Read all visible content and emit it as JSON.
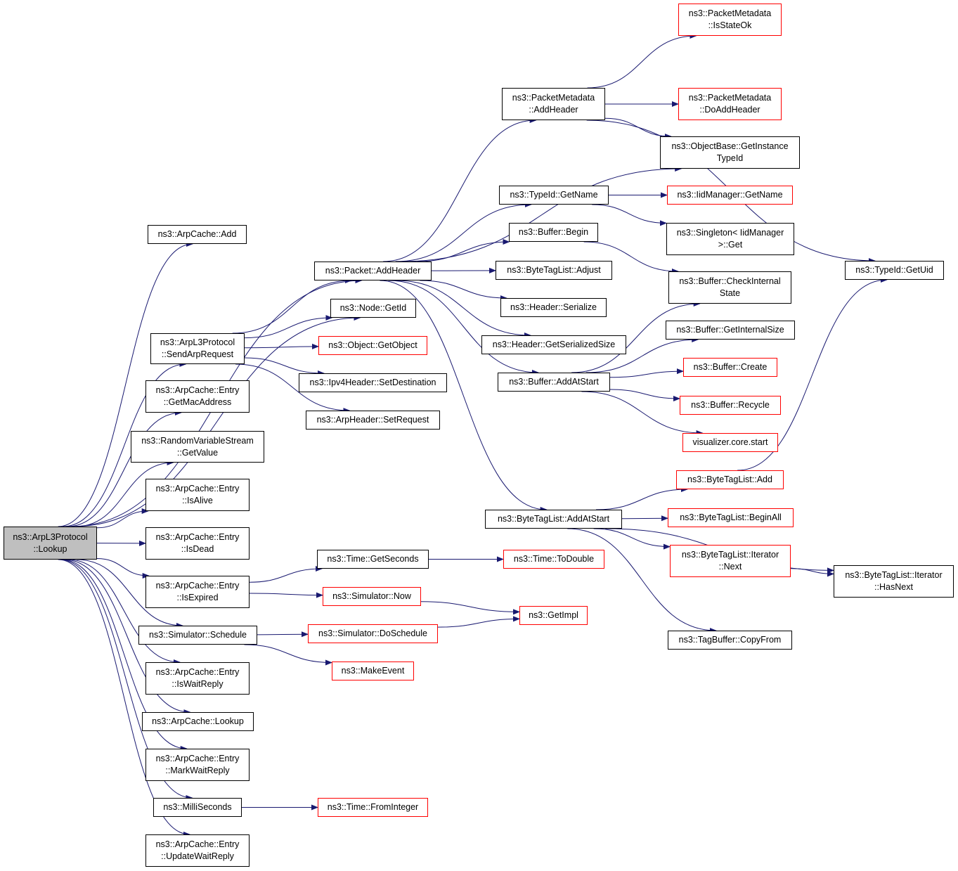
{
  "colors": {
    "edge": "#191970",
    "node_border": "#000000",
    "truncated_border": "#ff0000",
    "root_fill": "#bfbfbf",
    "background": "#ffffff"
  },
  "nodes": [
    {
      "id": "root",
      "lines": [
        "ns3::ArpL3Protocol",
        "::Lookup"
      ],
      "style": "root"
    },
    {
      "id": "arpcache_add",
      "lines": [
        "ns3::ArpCache::Add"
      ],
      "style": "normal"
    },
    {
      "id": "packet_addheader",
      "lines": [
        "ns3::Packet::AddHeader"
      ],
      "style": "normal"
    },
    {
      "id": "node_getid",
      "lines": [
        "ns3::Node::GetId"
      ],
      "style": "normal"
    },
    {
      "id": "sendarprequest",
      "lines": [
        "ns3::ArpL3Protocol",
        "::SendArpRequest"
      ],
      "style": "normal"
    },
    {
      "id": "object_getobject",
      "lines": [
        "ns3::Object::GetObject"
      ],
      "style": "truncated"
    },
    {
      "id": "ipv4_setdest",
      "lines": [
        "ns3::Ipv4Header::SetDestination"
      ],
      "style": "normal"
    },
    {
      "id": "arpheader_setreq",
      "lines": [
        "ns3::ArpHeader::SetRequest"
      ],
      "style": "normal"
    },
    {
      "id": "entry_getmac",
      "lines": [
        "ns3::ArpCache::Entry",
        "::GetMacAddress"
      ],
      "style": "normal"
    },
    {
      "id": "rvs_getvalue",
      "lines": [
        "ns3::RandomVariableStream",
        "::GetValue"
      ],
      "style": "normal"
    },
    {
      "id": "entry_isalive",
      "lines": [
        "ns3::ArpCache::Entry",
        "::IsAlive"
      ],
      "style": "normal"
    },
    {
      "id": "entry_isdead",
      "lines": [
        "ns3::ArpCache::Entry",
        "::IsDead"
      ],
      "style": "normal"
    },
    {
      "id": "entry_isexpired",
      "lines": [
        "ns3::ArpCache::Entry",
        "::IsExpired"
      ],
      "style": "normal"
    },
    {
      "id": "sim_schedule",
      "lines": [
        "ns3::Simulator::Schedule"
      ],
      "style": "normal"
    },
    {
      "id": "entry_iswaitreply",
      "lines": [
        "ns3::ArpCache::Entry",
        "::IsWaitReply"
      ],
      "style": "normal"
    },
    {
      "id": "arpcache_lookup",
      "lines": [
        "ns3::ArpCache::Lookup"
      ],
      "style": "normal"
    },
    {
      "id": "entry_markwait",
      "lines": [
        "ns3::ArpCache::Entry",
        "::MarkWaitReply"
      ],
      "style": "normal"
    },
    {
      "id": "milliseconds",
      "lines": [
        "ns3::MilliSeconds"
      ],
      "style": "normal"
    },
    {
      "id": "entry_updatewait",
      "lines": [
        "ns3::ArpCache::Entry",
        "::UpdateWaitReply"
      ],
      "style": "normal"
    },
    {
      "id": "time_getseconds",
      "lines": [
        "ns3::Time::GetSeconds"
      ],
      "style": "normal"
    },
    {
      "id": "sim_now",
      "lines": [
        "ns3::Simulator::Now"
      ],
      "style": "truncated"
    },
    {
      "id": "sim_doschedule",
      "lines": [
        "ns3::Simulator::DoSchedule"
      ],
      "style": "truncated"
    },
    {
      "id": "makeevent",
      "lines": [
        "ns3::MakeEvent"
      ],
      "style": "truncated"
    },
    {
      "id": "time_frominteger",
      "lines": [
        "ns3::Time::FromInteger"
      ],
      "style": "truncated"
    },
    {
      "id": "time_todouble",
      "lines": [
        "ns3::Time::ToDouble"
      ],
      "style": "truncated"
    },
    {
      "id": "getimpl",
      "lines": [
        "ns3::GetImpl"
      ],
      "style": "truncated"
    },
    {
      "id": "pm_addheader",
      "lines": [
        "ns3::PacketMetadata",
        "::AddHeader"
      ],
      "style": "normal"
    },
    {
      "id": "typeid_getname",
      "lines": [
        "ns3::TypeId::GetName"
      ],
      "style": "normal"
    },
    {
      "id": "buffer_begin",
      "lines": [
        "ns3::Buffer::Begin"
      ],
      "style": "normal"
    },
    {
      "id": "btl_adjust",
      "lines": [
        "ns3::ByteTagList::Adjust"
      ],
      "style": "normal"
    },
    {
      "id": "header_serialize",
      "lines": [
        "ns3::Header::Serialize"
      ],
      "style": "normal"
    },
    {
      "id": "header_getsersize",
      "lines": [
        "ns3::Header::GetSerializedSize"
      ],
      "style": "normal"
    },
    {
      "id": "buffer_addatstart",
      "lines": [
        "ns3::Buffer::AddAtStart"
      ],
      "style": "normal"
    },
    {
      "id": "btl_addatstart",
      "lines": [
        "ns3::ByteTagList::AddAtStart"
      ],
      "style": "normal"
    },
    {
      "id": "pm_isstateok",
      "lines": [
        "ns3::PacketMetadata",
        "::IsStateOk"
      ],
      "style": "truncated"
    },
    {
      "id": "pm_doaddheader",
      "lines": [
        "ns3::PacketMetadata",
        "::DoAddHeader"
      ],
      "style": "truncated"
    },
    {
      "id": "objbase_getinst",
      "lines": [
        "ns3::ObjectBase::GetInstance",
        "TypeId"
      ],
      "style": "normal"
    },
    {
      "id": "iidmgr_getname",
      "lines": [
        "ns3::IidManager::GetName"
      ],
      "style": "truncated"
    },
    {
      "id": "singleton_get",
      "lines": [
        "ns3::Singleton< IidManager",
        ">::Get"
      ],
      "style": "normal"
    },
    {
      "id": "buffer_checkint",
      "lines": [
        "ns3::Buffer::CheckInternal",
        "State"
      ],
      "style": "normal"
    },
    {
      "id": "buffer_getintsize",
      "lines": [
        "ns3::Buffer::GetInternalSize"
      ],
      "style": "normal"
    },
    {
      "id": "buffer_create",
      "lines": [
        "ns3::Buffer::Create"
      ],
      "style": "truncated"
    },
    {
      "id": "buffer_recycle",
      "lines": [
        "ns3::Buffer::Recycle"
      ],
      "style": "truncated"
    },
    {
      "id": "viz_start",
      "lines": [
        "visualizer.core.start"
      ],
      "style": "truncated"
    },
    {
      "id": "btl_add",
      "lines": [
        "ns3::ByteTagList::Add"
      ],
      "style": "truncated"
    },
    {
      "id": "btl_beginall",
      "lines": [
        "ns3::ByteTagList::BeginAll"
      ],
      "style": "truncated"
    },
    {
      "id": "btl_iter_next",
      "lines": [
        "ns3::ByteTagList::Iterator",
        "::Next"
      ],
      "style": "truncated"
    },
    {
      "id": "tagbuffer_copyfrom",
      "lines": [
        "ns3::TagBuffer::CopyFrom"
      ],
      "style": "normal"
    },
    {
      "id": "typeid_getuid",
      "lines": [
        "ns3::TypeId::GetUid"
      ],
      "style": "normal"
    },
    {
      "id": "btl_iter_hasnext",
      "lines": [
        "ns3::ByteTagList::Iterator",
        "::HasNext"
      ],
      "style": "normal"
    }
  ],
  "edges": [
    [
      "root",
      "arpcache_add"
    ],
    [
      "root",
      "packet_addheader"
    ],
    [
      "root",
      "node_getid"
    ],
    [
      "root",
      "sendarprequest"
    ],
    [
      "root",
      "entry_getmac"
    ],
    [
      "root",
      "rvs_getvalue"
    ],
    [
      "root",
      "entry_isalive"
    ],
    [
      "root",
      "entry_isdead"
    ],
    [
      "root",
      "entry_isexpired"
    ],
    [
      "root",
      "sim_schedule"
    ],
    [
      "root",
      "entry_iswaitreply"
    ],
    [
      "root",
      "arpcache_lookup"
    ],
    [
      "root",
      "entry_markwait"
    ],
    [
      "root",
      "milliseconds"
    ],
    [
      "root",
      "entry_updatewait"
    ],
    [
      "sendarprequest",
      "packet_addheader"
    ],
    [
      "sendarprequest",
      "node_getid"
    ],
    [
      "sendarprequest",
      "object_getobject"
    ],
    [
      "sendarprequest",
      "ipv4_setdest"
    ],
    [
      "sendarprequest",
      "arpheader_setreq"
    ],
    [
      "entry_isexpired",
      "time_getseconds"
    ],
    [
      "entry_isexpired",
      "sim_now"
    ],
    [
      "time_getseconds",
      "time_todouble"
    ],
    [
      "sim_now",
      "getimpl"
    ],
    [
      "sim_schedule",
      "sim_doschedule"
    ],
    [
      "sim_schedule",
      "makeevent"
    ],
    [
      "sim_doschedule",
      "getimpl"
    ],
    [
      "milliseconds",
      "time_frominteger"
    ],
    [
      "packet_addheader",
      "pm_addheader"
    ],
    [
      "packet_addheader",
      "objbase_getinst"
    ],
    [
      "packet_addheader",
      "typeid_getname"
    ],
    [
      "packet_addheader",
      "buffer_begin"
    ],
    [
      "packet_addheader",
      "btl_adjust"
    ],
    [
      "packet_addheader",
      "header_serialize"
    ],
    [
      "packet_addheader",
      "header_getsersize"
    ],
    [
      "packet_addheader",
      "buffer_addatstart"
    ],
    [
      "packet_addheader",
      "btl_addatstart"
    ],
    [
      "pm_addheader",
      "pm_isstateok"
    ],
    [
      "pm_addheader",
      "typeid_getuid"
    ],
    [
      "pm_addheader",
      "pm_doaddheader"
    ],
    [
      "pm_addheader",
      "objbase_getinst"
    ],
    [
      "typeid_getname",
      "iidmgr_getname"
    ],
    [
      "typeid_getname",
      "singleton_get"
    ],
    [
      "buffer_begin",
      "buffer_checkint"
    ],
    [
      "buffer_addatstart",
      "buffer_checkint"
    ],
    [
      "buffer_addatstart",
      "buffer_getintsize"
    ],
    [
      "buffer_addatstart",
      "buffer_create"
    ],
    [
      "buffer_addatstart",
      "buffer_recycle"
    ],
    [
      "buffer_addatstart",
      "viz_start"
    ],
    [
      "btl_addatstart",
      "btl_add"
    ],
    [
      "btl_addatstart",
      "btl_beginall"
    ],
    [
      "btl_addatstart",
      "btl_iter_next"
    ],
    [
      "btl_addatstart",
      "btl_iter_hasnext"
    ],
    [
      "btl_addatstart",
      "tagbuffer_copyfrom"
    ],
    [
      "btl_add",
      "typeid_getuid"
    ],
    [
      "btl_iter_next",
      "btl_iter_hasnext"
    ]
  ]
}
